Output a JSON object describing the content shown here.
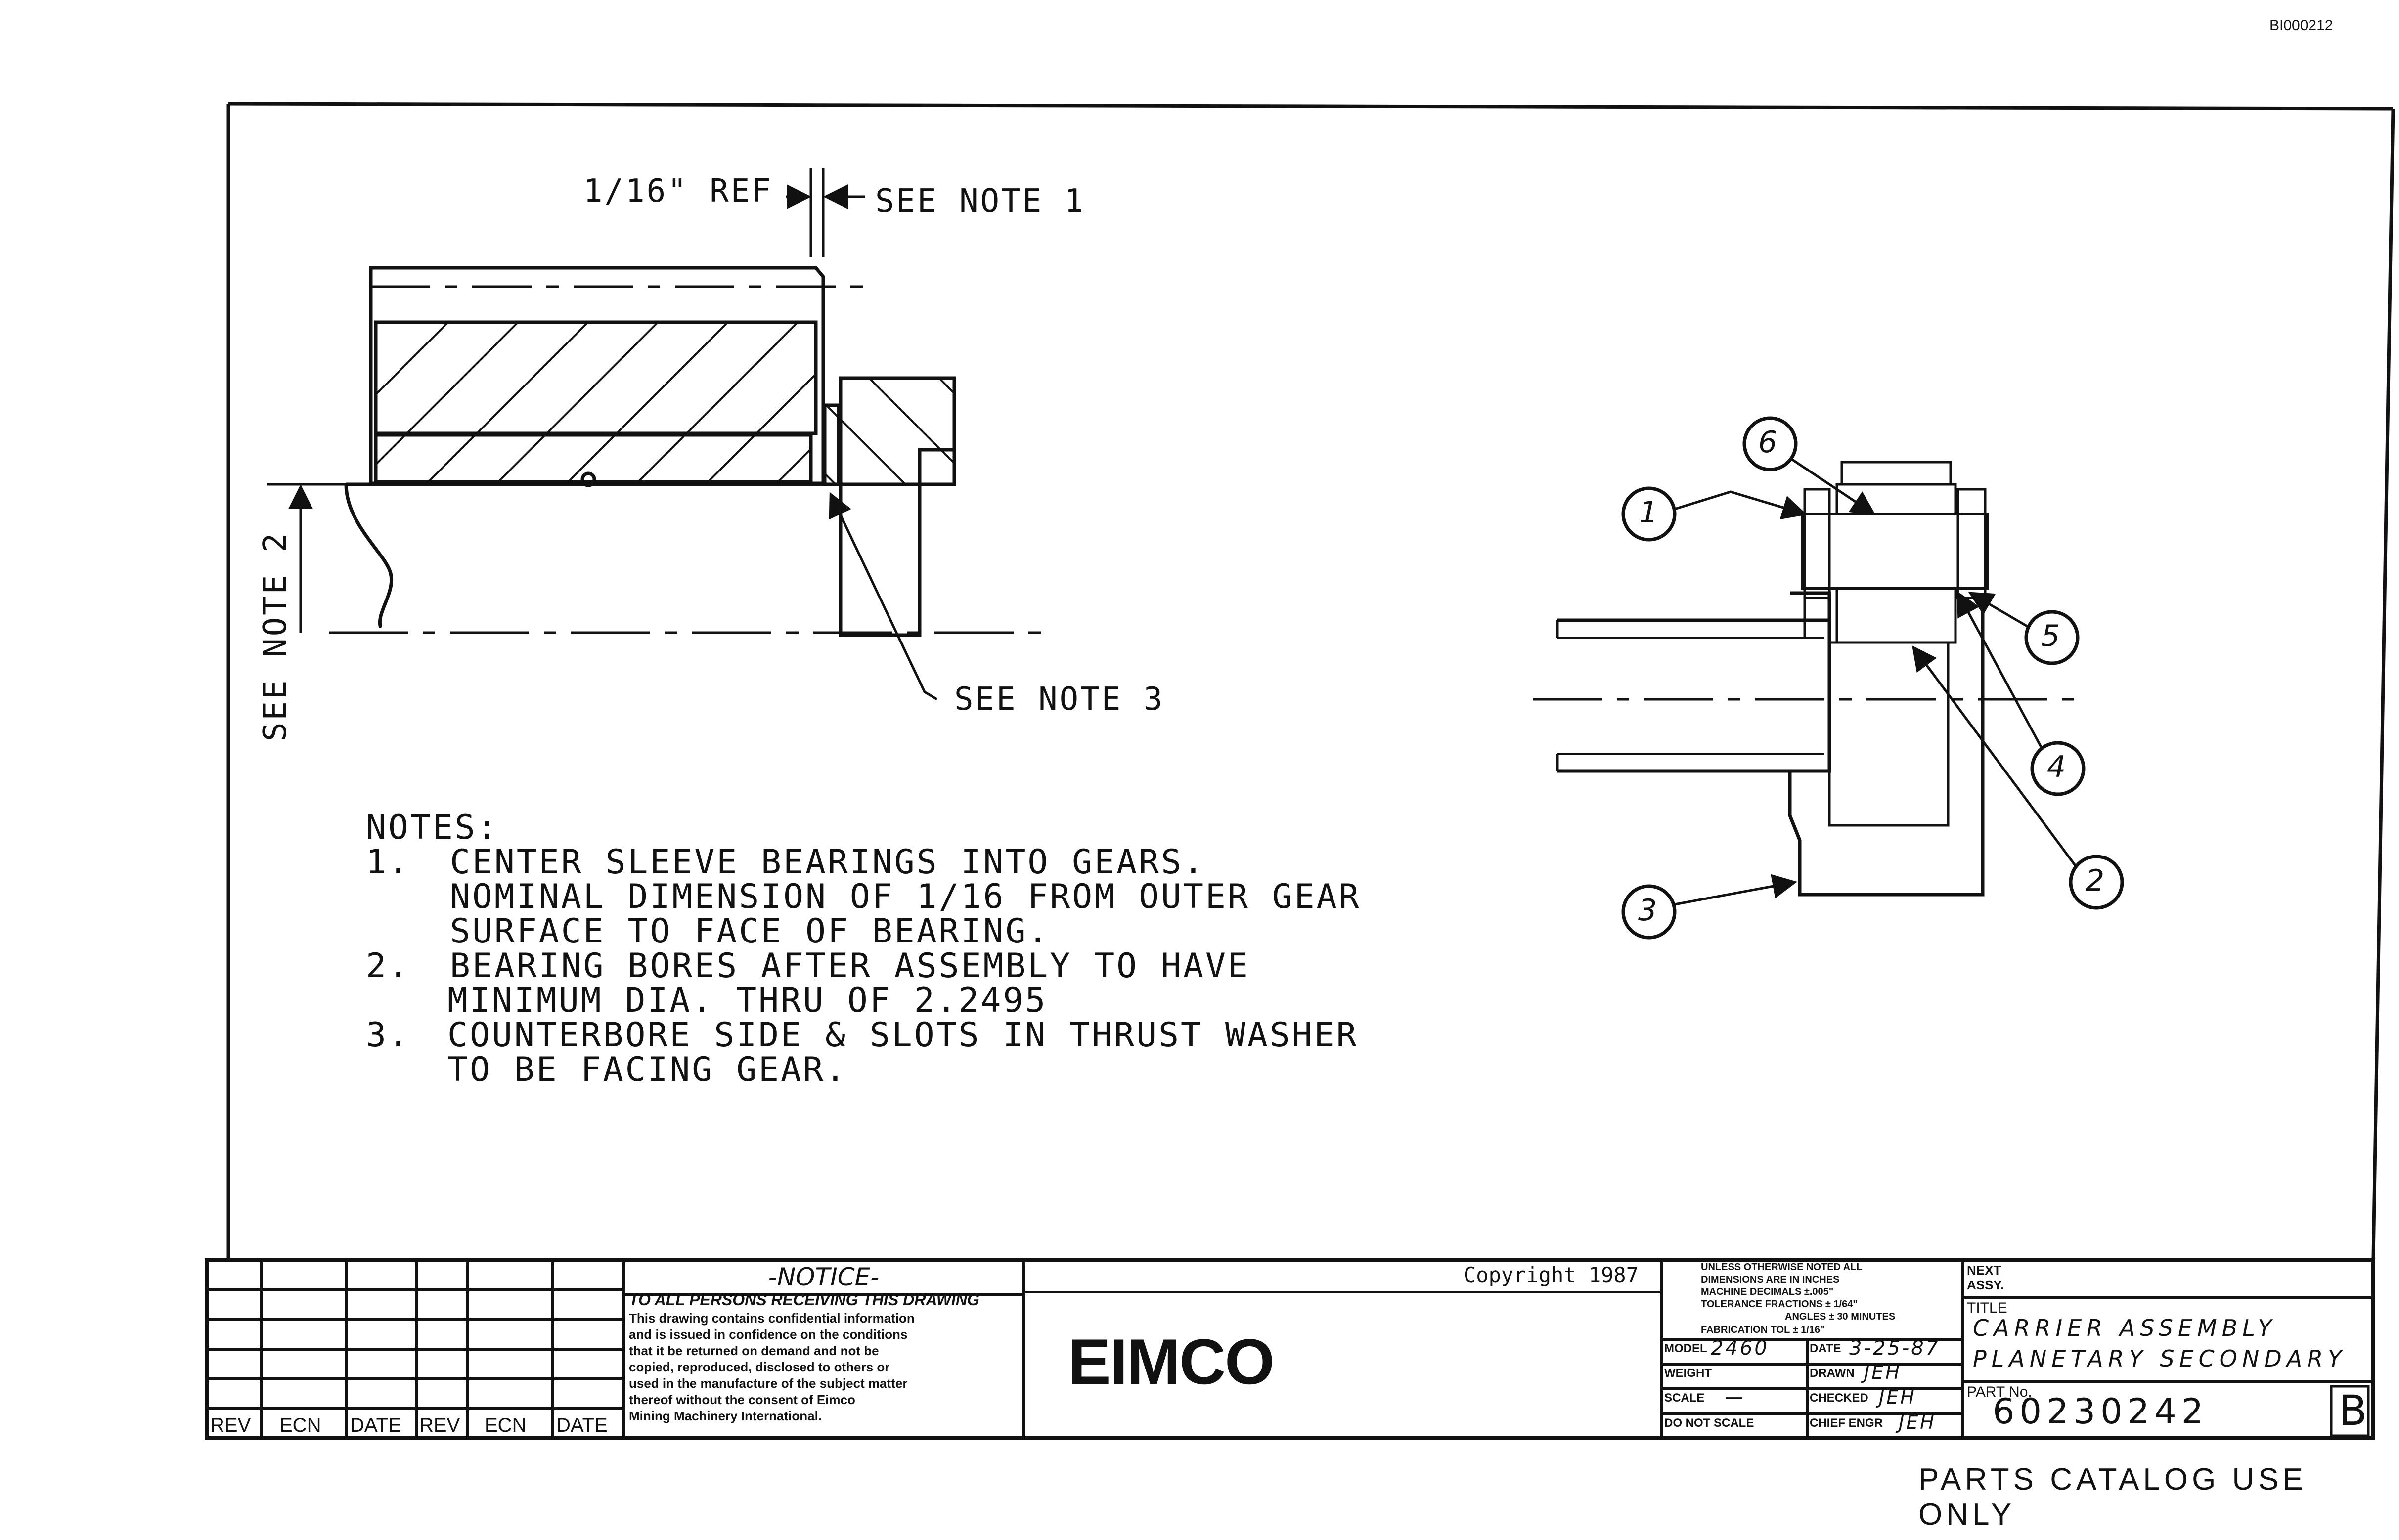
{
  "doc_id": "BI000212",
  "detail_labels": {
    "ref": "1/16\" REF",
    "note1": "SEE NOTE 1",
    "note2": "SEE NOTE 2",
    "note3": "SEE NOTE 3"
  },
  "callouts": [
    "6",
    "1",
    "5",
    "4",
    "2",
    "3"
  ],
  "notes": {
    "heading": "NOTES:",
    "items": [
      {
        "num": "1.",
        "lines": [
          "CENTER SLEEVE BEARINGS INTO GEARS.",
          "NOMINAL DIMENSION OF 1/16 FROM OUTER GEAR",
          "SURFACE TO FACE OF BEARING."
        ]
      },
      {
        "num": "2.",
        "lines": [
          "BEARING BORES AFTER ASSEMBLY TO HAVE",
          "MINIMUM DIA. THRU OF 2.2495"
        ]
      },
      {
        "num": "3.",
        "lines": [
          "COUNTERBORE SIDE & SLOTS IN THRUST WASHER",
          "TO BE FACING GEAR."
        ]
      }
    ]
  },
  "title_block": {
    "rev_headers": [
      "REV",
      "ECN",
      "DATE",
      "REV",
      "ECN",
      "DATE"
    ],
    "notice_title": "-NOTICE-",
    "notice_subtitle": "TO ALL PERSONS RECEIVING THIS DRAWING",
    "notice_lines": [
      "This drawing contains confidential information",
      "and is issued in confidence on the conditions",
      "that it be returned on demand and not be",
      "copied, reproduced, disclosed to others or",
      "used in the manufacture of the subject matter",
      "thereof without the consent of Eimco",
      "Mining Machinery International."
    ],
    "copyright": "Copyright 1987",
    "company": "EIMCO",
    "tolerance_lines": [
      "UNLESS OTHERWISE NOTED ALL",
      "DIMENSIONS ARE IN INCHES",
      "MACHINE   DECIMALS ±.005\"",
      "TOLERANCE FRACTIONS ± 1/64\"",
      "ANGLES ± 30 MINUTES",
      "FABRICATION TOL ± 1/16\""
    ],
    "model_label": "MODEL",
    "model_value": "2460",
    "date_label": "DATE",
    "date_value": "3-25-87",
    "weight_label": "WEIGHT",
    "weight_value": "",
    "drawn_label": "DRAWN",
    "drawn_value": "JEH",
    "scale_label": "SCALE",
    "scale_value": "—",
    "checked_label": "CHECKED",
    "checked_value": "JEH",
    "dns_label": "DO NOT SCALE",
    "chief_label": "CHIEF ENGR",
    "chief_value": "JEH",
    "next_assy_label": "NEXT ASSY.",
    "title_label": "TITLE",
    "title_line1": "CARRIER ASSEMBLY",
    "title_line2": "PLANETARY SECONDARY",
    "part_label": "PART No.",
    "part_value": "60230242",
    "revision": "B"
  },
  "footer": "PARTS CATALOG USE ONLY"
}
